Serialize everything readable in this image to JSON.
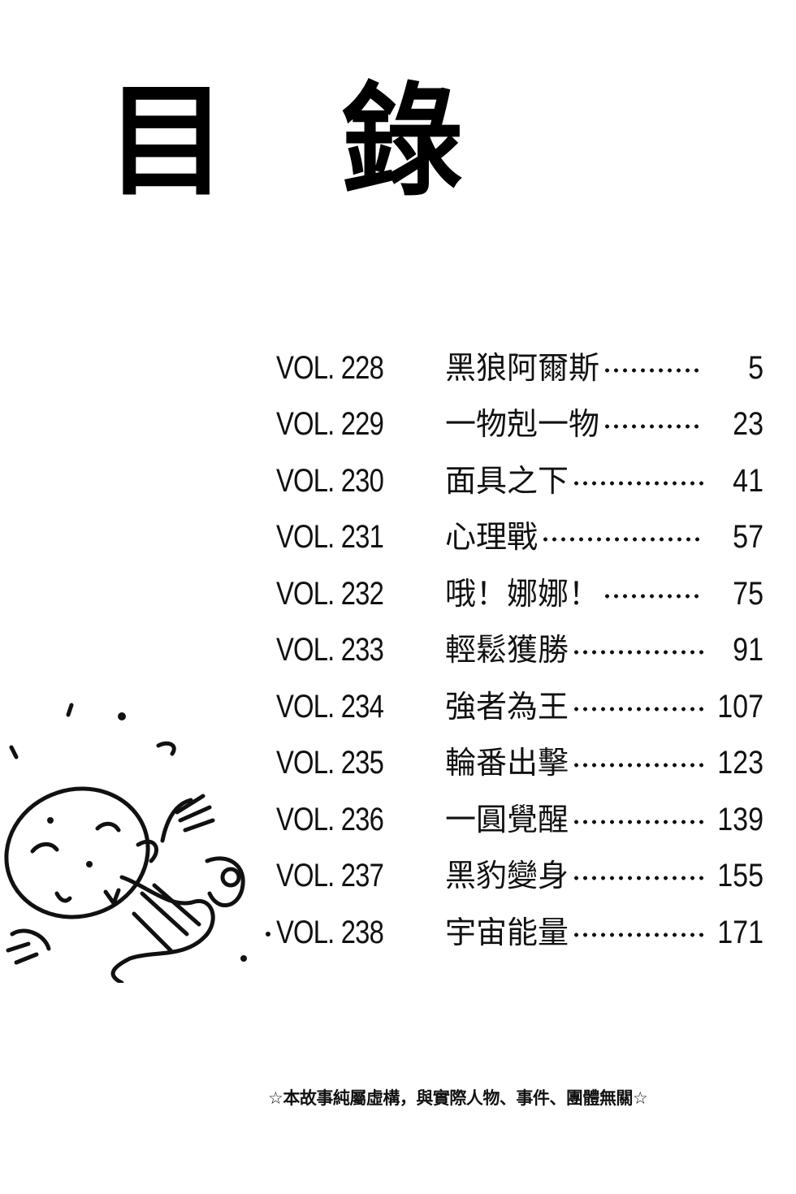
{
  "title": [
    "目",
    "錄"
  ],
  "toc": [
    {
      "vol": "VOL. 228",
      "chapter": "黑狼阿爾斯",
      "page": "5"
    },
    {
      "vol": "VOL. 229",
      "chapter": "一物剋一物",
      "page": "23"
    },
    {
      "vol": "VOL. 230",
      "chapter": "面具之下",
      "page": "41"
    },
    {
      "vol": "VOL. 231",
      "chapter": "心理戰",
      "page": "57"
    },
    {
      "vol": "VOL. 232",
      "chapter": "哦！娜娜！",
      "page": "75"
    },
    {
      "vol": "VOL. 233",
      "chapter": "輕鬆獲勝",
      "page": "91"
    },
    {
      "vol": "VOL. 234",
      "chapter": "強者為王",
      "page": "107"
    },
    {
      "vol": "VOL. 235",
      "chapter": "輪番出擊",
      "page": "123"
    },
    {
      "vol": "VOL. 236",
      "chapter": "一圓覺醒",
      "page": "139"
    },
    {
      "vol": "VOL. 237",
      "chapter": "黑豹變身",
      "page": "155"
    },
    {
      "vol": "VOL. 238",
      "chapter": "宇宙能量",
      "page": "171"
    }
  ],
  "disclaimer": "☆本故事純屬虛構，與實際人物、事件、團體無關☆"
}
